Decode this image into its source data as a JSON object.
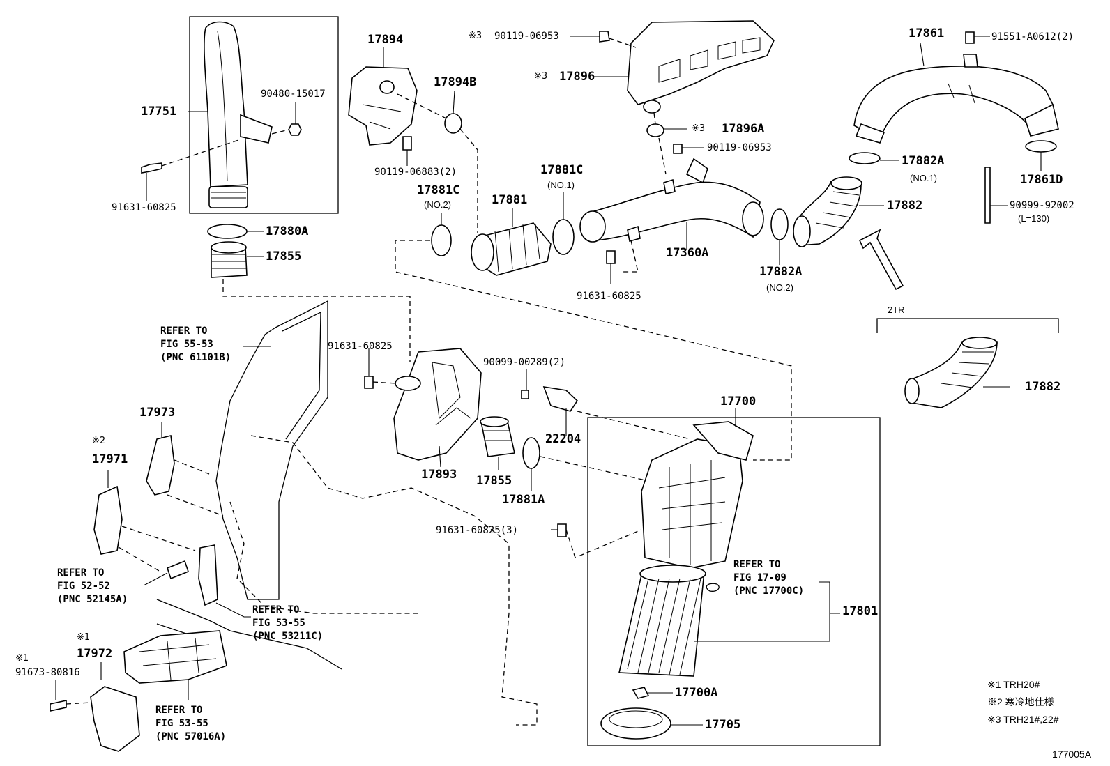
{
  "parts": {
    "p17751": "17751",
    "p90480_15017": "90480-15017",
    "p91631_60825_a": "91631-60825",
    "p17880A": "17880A",
    "p17855_a": "17855",
    "p17894": "17894",
    "p17894B": "17894B",
    "p90119_06883": "90119-06883(2)",
    "p90119_06953_a": "90119-06953",
    "p17896": "17896",
    "p17896A": "17896A",
    "p90119_06953_b": "90119-06953",
    "p17861": "17861",
    "p91551": "91551-A0612(2)",
    "p17861D": "17861D",
    "p17882A_1": "17882A",
    "p17882A_1_sub": "(NO.1)",
    "p17882_a": "17882",
    "p90999": "90999-92002",
    "p90999_sub": "(L=130)",
    "p17881C_1": "17881C",
    "p17881C_1_sub": "(NO.1)",
    "p17881C_2": "17881C",
    "p17881C_2_sub": "(NO.2)",
    "p17881": "17881",
    "p17360A": "17360A",
    "p17882A_2": "17882A",
    "p17882A_2_sub": "(NO.2)",
    "p91631_60825_b": "91631-60825",
    "p2TR": "2TR",
    "p17882_b": "17882",
    "p91631_60825_c": "91631-60825",
    "p90099": "90099-00289(2)",
    "p22204": "22204",
    "p17893": "17893",
    "p17855_b": "17855",
    "p17881A": "17881A",
    "p17700": "17700",
    "p91631_60825_3": "91631-60825(3)",
    "p17801": "17801",
    "p17700A": "17700A",
    "p17705": "17705",
    "p17973": "17973",
    "p17971": "17971",
    "p17972": "17972",
    "p91673": "91673-80816",
    "fig_id": "177005A"
  },
  "refs": {
    "ref_61101B": "REFER TO\nFIG 55-53\n(PNC 61101B)",
    "ref_52145A": "REFER TO\nFIG 52-52\n(PNC 52145A)",
    "ref_53211C": "REFER TO\nFIG 53-55\n(PNC 53211C)",
    "ref_57016A": "REFER TO\nFIG 53-55\n(PNC 57016A)",
    "ref_17700C": "REFER TO\nFIG 17-09\n(PNC 17700C)"
  },
  "marks": {
    "m3_a": "※3",
    "m3_b": "※3",
    "m3_c": "※3",
    "m2": "※2",
    "m1_a": "※1",
    "m1_b": "※1"
  },
  "legend": {
    "n1": "※1 TRH20#",
    "n2": "※2 寒冷地仕様",
    "n3": "※3 TRH21#,22#"
  }
}
